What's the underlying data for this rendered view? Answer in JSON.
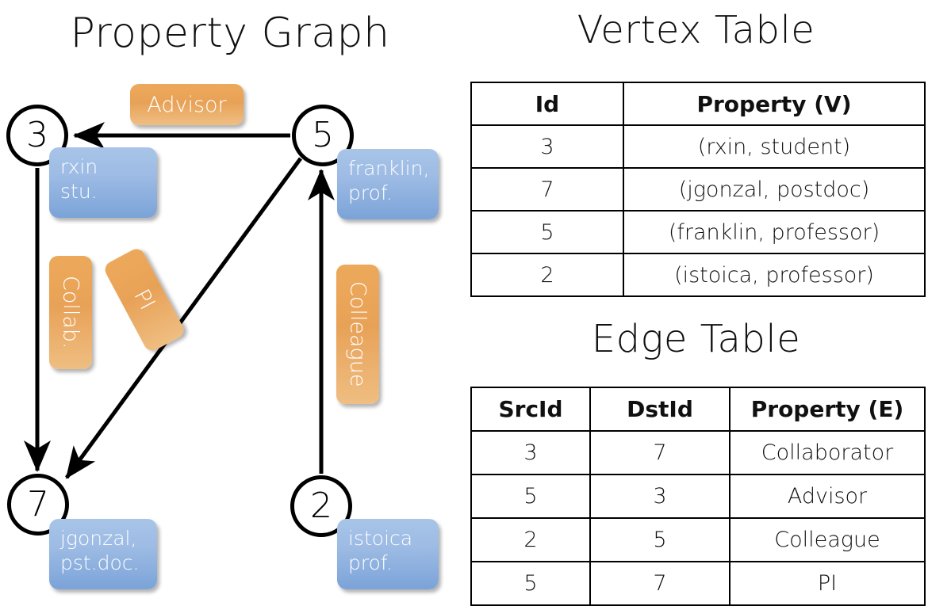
{
  "titles": {
    "property_graph": "Property Graph",
    "vertex_table": "Vertex Table",
    "edge_table": "Edge Table"
  },
  "colors": {
    "vertex_property_fill": "#ccd9ee",
    "edge_property_fill": "#f5ddc2",
    "vertex_callout_blue": "#9dbbe4",
    "edge_callout_orange": "#e8a258",
    "stroke_black": "#000000",
    "page_background": "#ffffff"
  },
  "graph": {
    "nodes": [
      {
        "id": "3",
        "property_line1": "rxin",
        "property_line2": "stu."
      },
      {
        "id": "5",
        "property_line1": "franklin,",
        "property_line2": "prof."
      },
      {
        "id": "7",
        "property_line1": "jgonzal,",
        "property_line2": "pst.doc."
      },
      {
        "id": "2",
        "property_line1": "istoica",
        "property_line2": "prof."
      }
    ],
    "edge_labels": [
      {
        "name": "advisor",
        "text": "Advisor",
        "orientation": "horizontal"
      },
      {
        "name": "collab",
        "text": "Collab.",
        "orientation": "vertical"
      },
      {
        "name": "pi",
        "text": "PI",
        "orientation": "vertical-rotated"
      },
      {
        "name": "colleague",
        "text": "Colleague",
        "orientation": "vertical"
      }
    ],
    "edges": [
      {
        "from": "5",
        "to": "3",
        "label": "Advisor"
      },
      {
        "from": "3",
        "to": "7",
        "label": "Collab."
      },
      {
        "from": "5",
        "to": "7",
        "label": "PI"
      },
      {
        "from": "2",
        "to": "5",
        "label": "Colleague"
      }
    ]
  },
  "vertex_table": {
    "headers": [
      "Id",
      "Property (V)"
    ],
    "rows": [
      {
        "id": "3",
        "property": "(rxin, student)"
      },
      {
        "id": "7",
        "property": "(jgonzal, postdoc)"
      },
      {
        "id": "5",
        "property": "(franklin, professor)"
      },
      {
        "id": "2",
        "property": "(istoica, professor)"
      }
    ]
  },
  "edge_table": {
    "headers": [
      "SrcId",
      "DstId",
      "Property (E)"
    ],
    "rows": [
      {
        "src": "3",
        "dst": "7",
        "property": "Collaborator"
      },
      {
        "src": "5",
        "dst": "3",
        "property": "Advisor"
      },
      {
        "src": "2",
        "dst": "5",
        "property": "Colleague"
      },
      {
        "src": "5",
        "dst": "7",
        "property": "PI"
      }
    ]
  }
}
